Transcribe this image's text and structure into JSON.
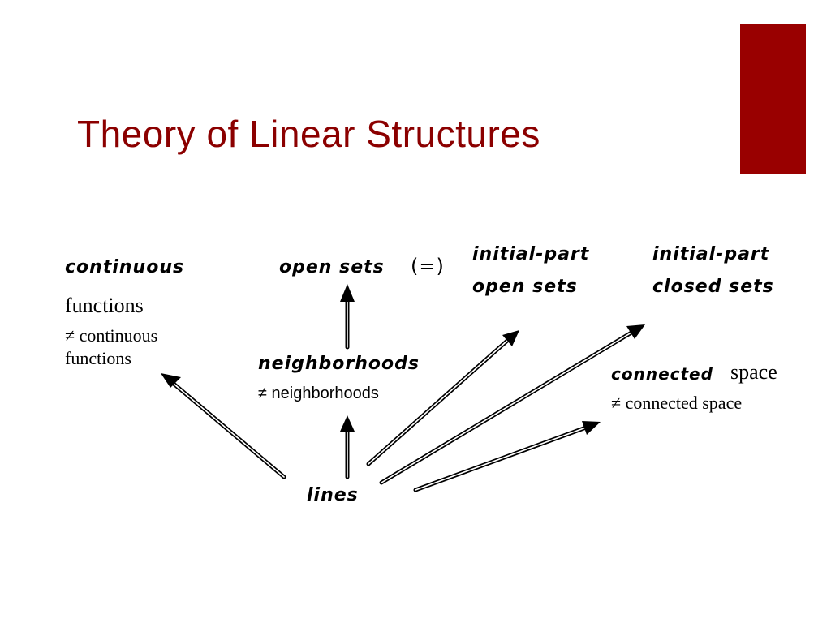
{
  "slide": {
    "title": "Theory of Linear Structures",
    "accent_color": "#990000",
    "title_color": "#8b0000"
  },
  "diagram": {
    "root": "lines",
    "continuous": {
      "bold": "continuous",
      "line2": "functions",
      "neq": "≠ continuous",
      "line4": "functions"
    },
    "open_sets": {
      "bold": "open sets",
      "equiv": "(=)"
    },
    "neighborhoods": {
      "bold": "neighborhoods",
      "neq": "≠ neighborhoods"
    },
    "initial_part_open": {
      "line1": "initial-part",
      "line2": "open sets"
    },
    "initial_part_closed": {
      "line1": "initial-part",
      "line2": "closed sets"
    },
    "connected": {
      "bold": "connected",
      "rest": "space",
      "neq": "≠ connected space"
    }
  }
}
